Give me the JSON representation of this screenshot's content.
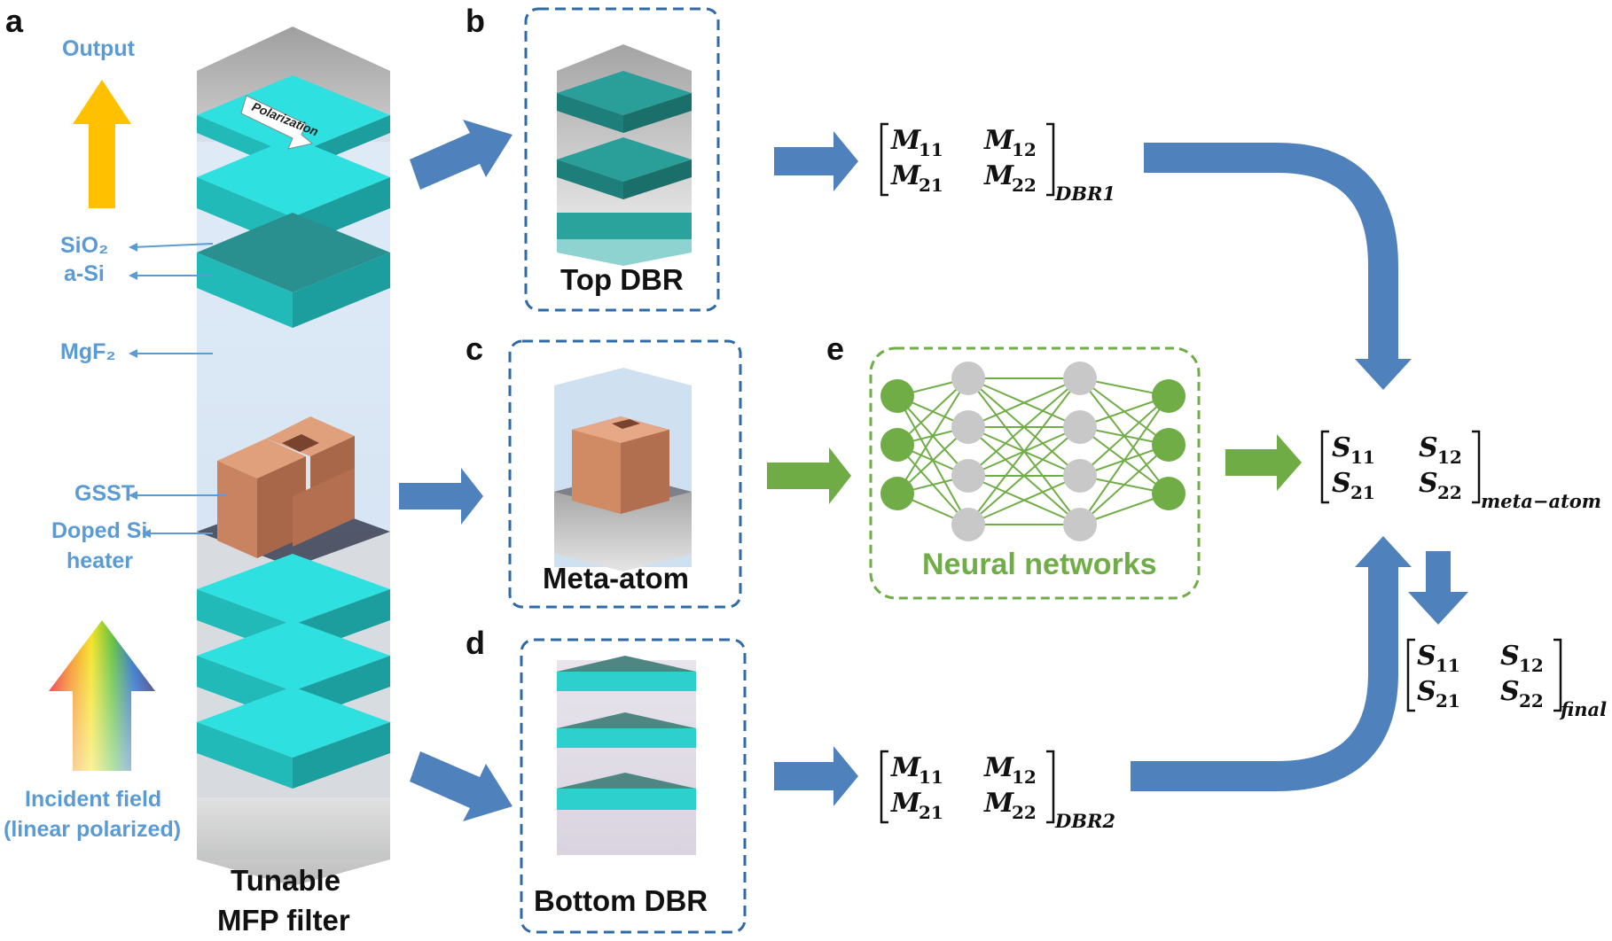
{
  "panels": {
    "a": "a",
    "b": "b",
    "c": "c",
    "d": "d",
    "e": "e"
  },
  "panel_a": {
    "output_label": "Output",
    "layer_labels": [
      "SiO₂",
      "a-Si",
      "MgF₂",
      "GSST",
      "Doped Si",
      "heater"
    ],
    "polarization_label": "Polarization",
    "incident_label_line1": "Incident field",
    "incident_label_line2": "(linear polarized)",
    "title_line1": "Tunable",
    "title_line2": "MFP filter"
  },
  "panel_b": {
    "label": "Top DBR"
  },
  "panel_c": {
    "label": "Meta-atom"
  },
  "panel_d": {
    "label": "Bottom DBR"
  },
  "panel_e": {
    "label": "Neural networks"
  },
  "matrices": {
    "dbr1": {
      "e11": "M",
      "s11": "11",
      "e12": "M",
      "s12": "12",
      "e21": "M",
      "s21": "21",
      "e22": "M",
      "s22": "22",
      "sub": "DBR1"
    },
    "dbr2": {
      "e11": "M",
      "s11": "11",
      "e12": "M",
      "s12": "12",
      "e21": "M",
      "s21": "21",
      "e22": "M",
      "s22": "22",
      "sub": "DBR2"
    },
    "meta": {
      "e11": "S",
      "s11": "11",
      "e12": "S",
      "s12": "12",
      "e21": "S",
      "s21": "21",
      "e22": "S",
      "s22": "22",
      "sub": "meta−atom"
    },
    "final": {
      "e11": "S",
      "s11": "11",
      "e12": "S",
      "s12": "12",
      "e21": "S",
      "s21": "21",
      "e22": "S",
      "s22": "22",
      "sub": "final"
    }
  },
  "colors": {
    "arrow_blue": "#4f81bd",
    "arrow_green": "#6fac46",
    "output_orange": "#ffc000",
    "label_blue": "#5b9bd5",
    "teal": "#2bd4d4",
    "gsst": "#c07a58",
    "nn_green": "#70ad47",
    "nn_gray": "#c8c8c8"
  }
}
